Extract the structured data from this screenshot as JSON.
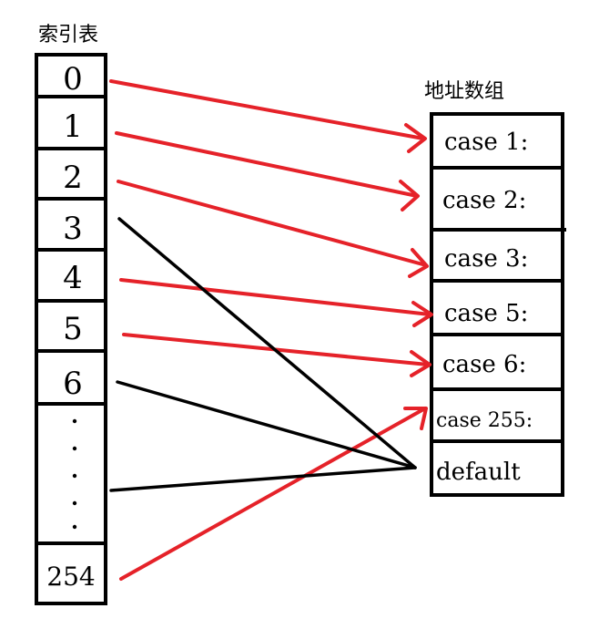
{
  "index_table": {
    "title": "索引表",
    "cells": [
      "0",
      "1",
      "2",
      "3",
      "4",
      "5",
      "6",
      "·\n·\n·\n·\n·",
      "254"
    ]
  },
  "address_array": {
    "title": "地址数组",
    "cells": [
      "case 1:",
      "case 2:",
      "case 3:",
      "case 5:",
      "case 6:",
      "case 255:",
      "default"
    ]
  },
  "colors": {
    "red_arrow": "#e52229",
    "black_line": "#000000"
  }
}
